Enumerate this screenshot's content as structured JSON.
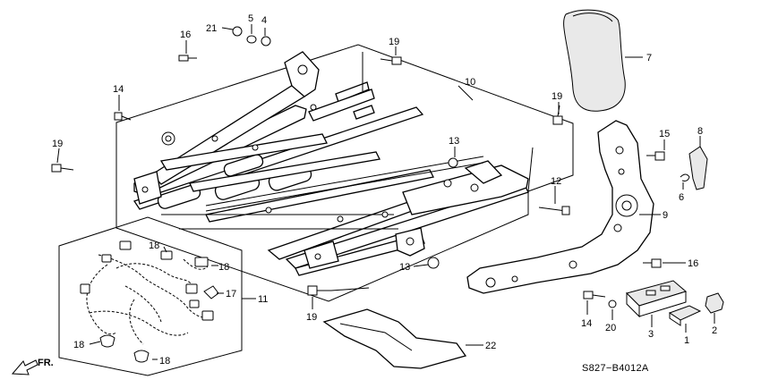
{
  "diagram": {
    "part_code": "S827−B4012A",
    "direction_label": "FR.",
    "callouts": {
      "c1": "1",
      "c2": "2",
      "c3": "3",
      "c4": "4",
      "c5": "5",
      "c6": "6",
      "c7": "7",
      "c8": "8",
      "c9": "9",
      "c10": "10",
      "c11": "11",
      "c12": "12",
      "c13a": "13",
      "c13b": "13",
      "c14a": "14",
      "c14b": "14",
      "c15": "15",
      "c16a": "16",
      "c16b": "16",
      "c17": "17",
      "c18a": "18",
      "c18b": "18",
      "c18c": "18",
      "c18d": "18",
      "c19a": "19",
      "c19b": "19",
      "c19c": "19",
      "c19d": "19",
      "c20": "20",
      "c21": "21",
      "c22": "22"
    }
  }
}
